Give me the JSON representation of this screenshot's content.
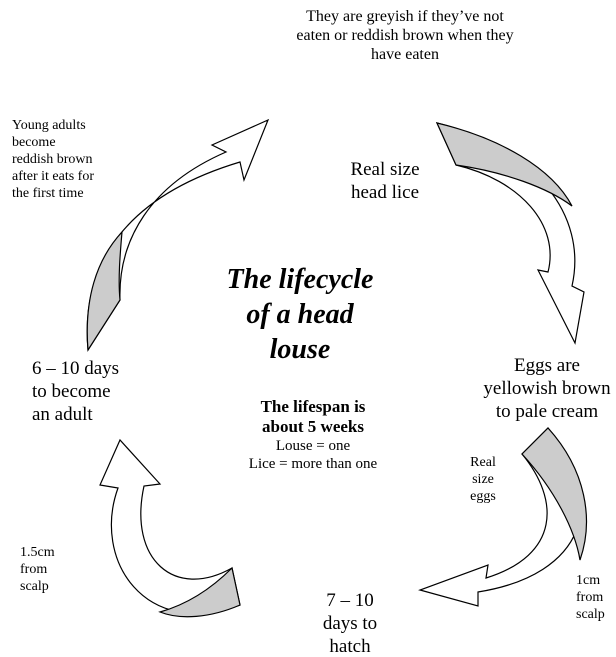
{
  "title_lines": [
    "The lifecycle",
    "of a head",
    "louse"
  ],
  "labels": {
    "adult_colour": [
      "They are greyish if they’ve not",
      "eaten or reddish brown when they",
      "have eaten"
    ],
    "real_size_lice": [
      "Real size",
      "head lice"
    ],
    "eggs_colour": [
      "Eggs are",
      "yellowish brown",
      "to pale cream"
    ],
    "real_size_eggs": [
      "Real",
      "size",
      "eggs"
    ],
    "egg_distance": [
      "1cm",
      "from",
      "scalp"
    ],
    "hatch_time": [
      "7 – 10",
      "days to",
      "hatch"
    ],
    "nymph_distance": [
      "1.5cm",
      "from",
      "scalp"
    ],
    "adult_time": [
      "6 – 10 days",
      "to become",
      "an adult"
    ],
    "young_adults": [
      "Young adults",
      "become",
      "reddish brown",
      "after it eats for",
      "the first time"
    ]
  },
  "lifespan": {
    "heading_lines": [
      "The lifespan is",
      "about 5 weeks"
    ],
    "notes": [
      "Louse = one",
      "Lice = more than one"
    ]
  },
  "colors": {
    "arrow_fill": "#ffffff",
    "arrow_shade": "#cccccc",
    "arrow_stroke": "#000000"
  }
}
